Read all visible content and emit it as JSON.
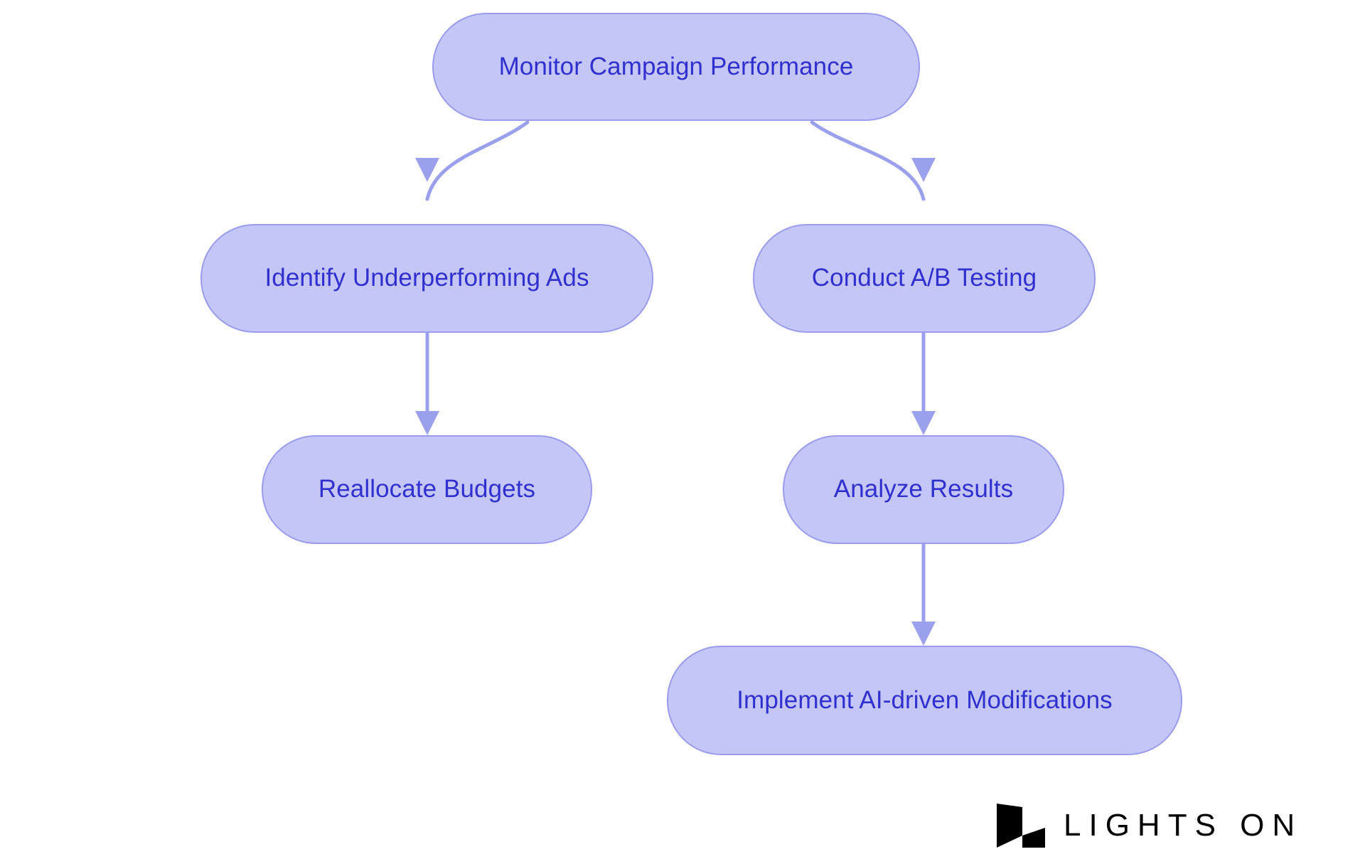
{
  "diagram": {
    "type": "flowchart",
    "background_color": "#ffffff",
    "node_fill": "#c5c6f8",
    "node_border": "#9a9ceb",
    "node_text_color": "#3030cf",
    "edge_color": "#9aa0ec",
    "nodes": [
      {
        "id": "monitor",
        "label": "Monitor Campaign Performance"
      },
      {
        "id": "identify",
        "label": "Identify Underperforming Ads"
      },
      {
        "id": "abtest",
        "label": "Conduct A/B Testing"
      },
      {
        "id": "reallocate",
        "label": "Reallocate Budgets"
      },
      {
        "id": "analyze",
        "label": "Analyze Results"
      },
      {
        "id": "implement",
        "label": "Implement AI-driven Modifications"
      }
    ],
    "edges": [
      {
        "from": "monitor",
        "to": "identify",
        "style": "curved"
      },
      {
        "from": "monitor",
        "to": "abtest",
        "style": "curved"
      },
      {
        "from": "identify",
        "to": "reallocate",
        "style": "straight"
      },
      {
        "from": "abtest",
        "to": "analyze",
        "style": "straight"
      },
      {
        "from": "analyze",
        "to": "implement",
        "style": "straight"
      }
    ]
  },
  "logo": {
    "text": "LIGHTS ON",
    "mark_name": "lights-on-mark",
    "color": "#000000"
  }
}
